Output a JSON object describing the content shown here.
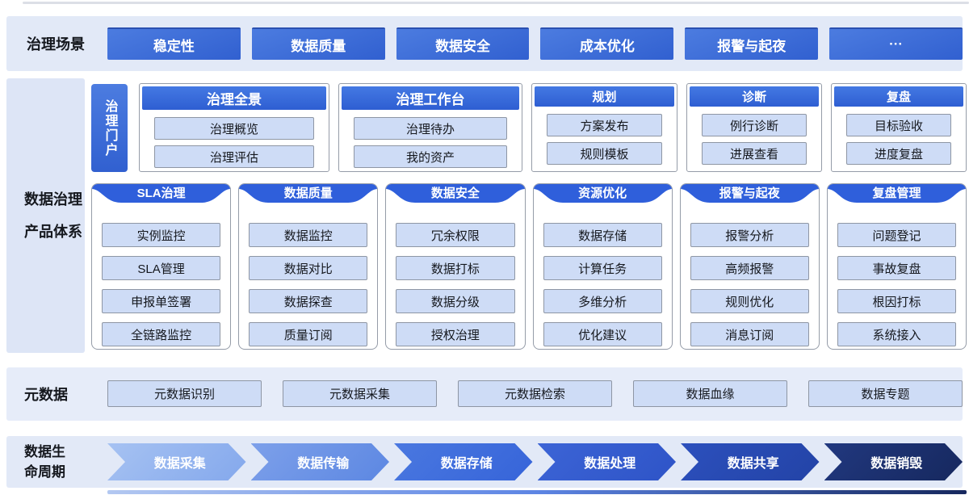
{
  "colors": {
    "panel_bg": "#e2e9f7",
    "panel_bg2": "#dde5f6",
    "panel_bg3": "#e6ecf9",
    "btn_blue_1": "#4c7ce0",
    "btn_blue_2": "#3160d0",
    "header_blue_1": "#4479e3",
    "header_blue_2": "#2e5ed2",
    "ribbon_blue": "#2f5fdb",
    "pill_bg": "#cedcf6",
    "pill_border": "#8e96a4",
    "card_border": "#959ca8"
  },
  "scenarios": {
    "label": "治理场景",
    "items": [
      "稳定性",
      "数据质量",
      "数据安全",
      "成本优化",
      "报警与起夜",
      "···"
    ]
  },
  "product_system": {
    "label_line1": "数据治理",
    "label_line2": "产品体系",
    "portal_label": "治理门户",
    "portal_cards": [
      {
        "title": "治理全景",
        "items": [
          "治理概览",
          "治理评估"
        ]
      },
      {
        "title": "治理工作台",
        "items": [
          "治理待办",
          "我的资产"
        ]
      },
      {
        "title": "规划",
        "items": [
          "方案发布",
          "规则模板"
        ]
      },
      {
        "title": "诊断",
        "items": [
          "例行诊断",
          "进展查看"
        ]
      },
      {
        "title": "复盘",
        "items": [
          "目标验收",
          "进度复盘"
        ]
      }
    ],
    "product_cards": [
      {
        "title": "SLA治理",
        "items": [
          "实例监控",
          "SLA管理",
          "申报单签署",
          "全链路监控"
        ]
      },
      {
        "title": "数据质量",
        "items": [
          "数据监控",
          "数据对比",
          "数据探查",
          "质量订阅"
        ]
      },
      {
        "title": "数据安全",
        "items": [
          "冗余权限",
          "数据打标",
          "数据分级",
          "授权治理"
        ]
      },
      {
        "title": "资源优化",
        "items": [
          "数据存储",
          "计算任务",
          "多维分析",
          "优化建议"
        ]
      },
      {
        "title": "报警与起夜",
        "items": [
          "报警分析",
          "高频报警",
          "规则优化",
          "消息订阅"
        ]
      },
      {
        "title": "复盘管理",
        "items": [
          "问题登记",
          "事故复盘",
          "根因打标",
          "系统接入"
        ]
      }
    ]
  },
  "metadata": {
    "label": "元数据",
    "items": [
      "元数据识别",
      "元数据采集",
      "元数据检索",
      "数据血缘",
      "数据专题"
    ]
  },
  "lifecycle": {
    "label_line1": "数据生",
    "label_line2": "命周期",
    "stages": [
      {
        "label": "数据采集",
        "color_from": "#a6c2f2",
        "color_to": "#84a8ec"
      },
      {
        "label": "数据传输",
        "color_from": "#7da0ea",
        "color_to": "#5c87e2"
      },
      {
        "label": "数据存储",
        "color_from": "#4a78e0",
        "color_to": "#3664d9"
      },
      {
        "label": "数据处理",
        "color_from": "#3c64d6",
        "color_to": "#2e54c7"
      },
      {
        "label": "数据共享",
        "color_from": "#2c50bd",
        "color_to": "#2343a6"
      },
      {
        "label": "数据销毁",
        "color_from": "#21387f",
        "color_to": "#16285e"
      }
    ]
  }
}
